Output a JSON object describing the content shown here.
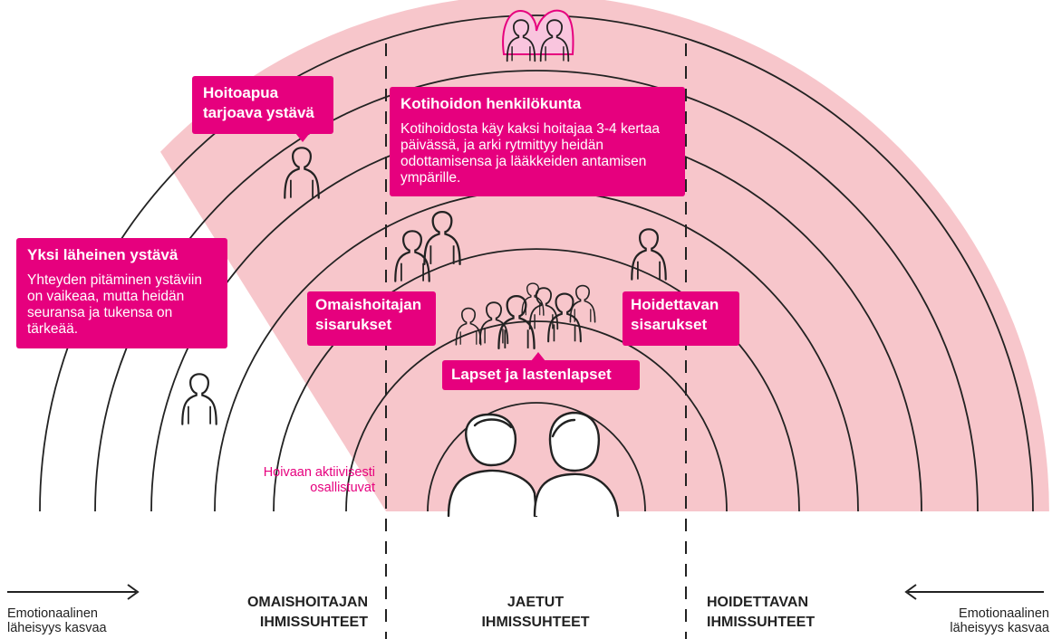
{
  "callouts": {
    "friend_helper": {
      "title": "Hoitoapua tarjoava ystävä"
    },
    "home_care": {
      "title": "Kotihoidon henkilökunta",
      "body": "Kotihoidosta käy kaksi hoitajaa 3-4 kertaa päivässä, ja arki rytmittyy heidän odottamisensa ja lääkkeiden antamisen ympärille."
    },
    "close_friend": {
      "title": "Yksi läheinen ystävä",
      "body": "Yhteyden pitäminen ystäviin on vaikeaa, mutta heidän seuransa ja tukensa on tärkeää."
    },
    "caregiver_siblings": {
      "title": "Omaishoitajan sisarukset"
    },
    "cared_siblings": {
      "title": "Hoidettavan sisarukset"
    },
    "children": {
      "title": "Lapset ja lastenlapset"
    }
  },
  "active_participants_note": "Hoivaan aktiivisesti osallistuvat",
  "columns": {
    "left": "OMAISHOITAJAN IHMISSUHTEET",
    "middle": "JAETUT IHMISSUHTEET",
    "right": "HOIDETTAVAN IHMISSUHTEET"
  },
  "legend": {
    "left": "Emotionaalinen läheisyys kasvaa",
    "right": "Emotionaalinen läheisyys kasvaa"
  },
  "colors": {
    "accent": "#e6007e",
    "area_fill": "#f7c6cb",
    "line": "#222222"
  },
  "icons": [
    "person-icon",
    "couple-icon",
    "arrow-right-icon",
    "arrow-left-icon"
  ]
}
